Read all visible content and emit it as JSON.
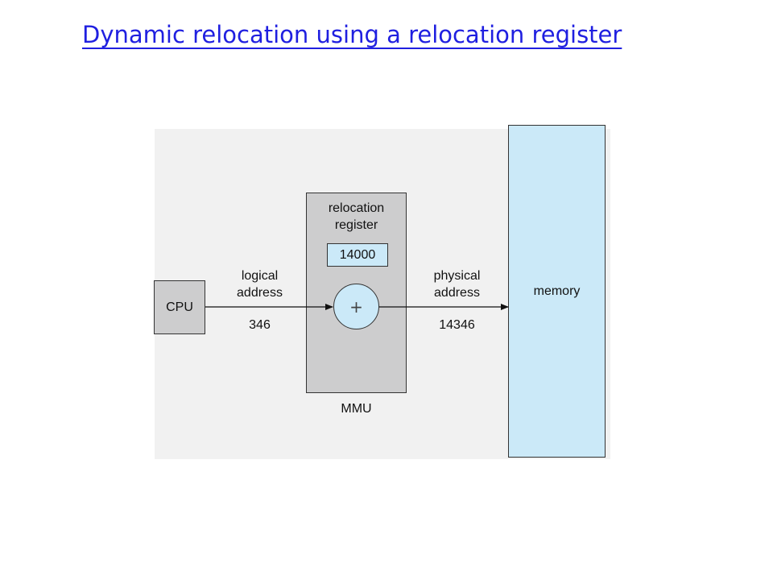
{
  "title": "Dynamic relocation using a relocation register",
  "diagram": {
    "cpu": "CPU",
    "relocation_register": {
      "label_line1": "relocation",
      "label_line2": "register",
      "value": "14000"
    },
    "adder_symbol": "+",
    "mmu": "MMU",
    "logical": {
      "line1": "logical",
      "line2": "address",
      "value": "346"
    },
    "physical": {
      "line1": "physical",
      "line2": "address",
      "value": "14346"
    },
    "memory": "memory"
  }
}
